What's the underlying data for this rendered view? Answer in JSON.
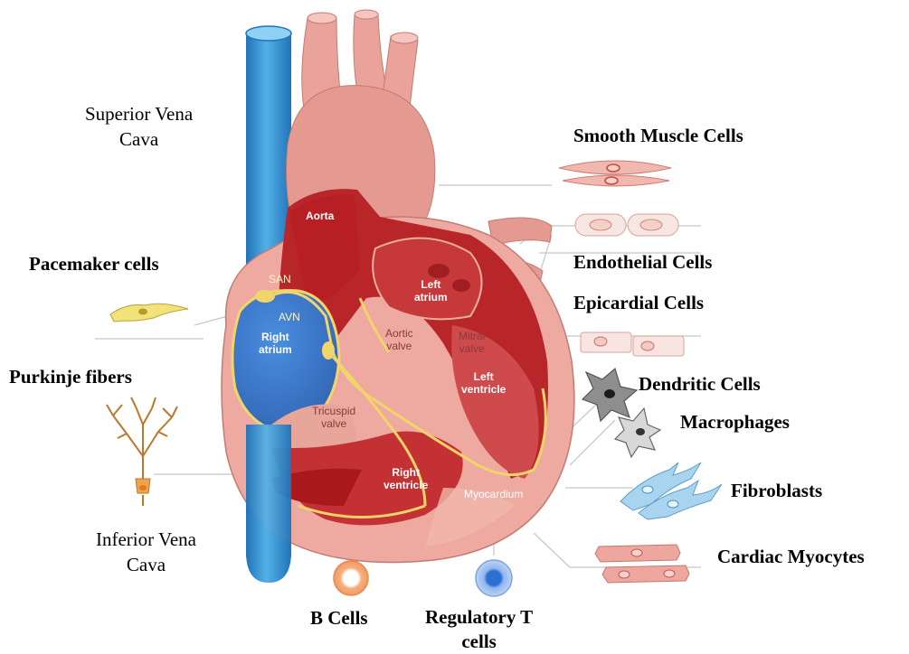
{
  "labels": {
    "superior_vena_cava": [
      "Superior Vena",
      "Cava"
    ],
    "inferior_vena_cava": [
      "Inferior Vena",
      "Cava"
    ],
    "pacemaker_cells": "Pacemaker cells",
    "purkinje_fibers": "Purkinje fibers",
    "smooth_muscle_cells": "Smooth Muscle Cells",
    "endothelial_cells": "Endothelial Cells",
    "epicardial_cells": "Epicardial Cells",
    "dendritic_cells": "Dendritic Cells",
    "macrophages": "Macrophages",
    "fibroblasts": "Fibroblasts",
    "cardiac_myocytes": "Cardiac Myocytes",
    "b_cells": "B Cells",
    "regulatory_t_cells": [
      "Regulatory T",
      "cells"
    ]
  },
  "heart_labels": {
    "aorta": "Aorta",
    "san": "SAN",
    "avn": "AVN",
    "right_atrium": [
      "Right",
      "atrium"
    ],
    "left_atrium": [
      "Left",
      "atrium"
    ],
    "aortic_valve": [
      "Aortic",
      "valve"
    ],
    "mitral_valve": [
      "Mitral",
      "valve"
    ],
    "left_ventricle": [
      "Left",
      "ventricle"
    ],
    "tricuspid_valve": [
      "Tricuspid",
      "valve"
    ],
    "right_ventricle": [
      "Right",
      "ventricle"
    ],
    "myocardium": "Myocardium"
  },
  "colors": {
    "muscle_dark": "#b81f24",
    "muscle_mid": "#d9474a",
    "tissue_pink": "#f2b8ae",
    "vein_blue": "#3a95d4",
    "atrium_blue": "#3b77c6",
    "conduction_yellow": "#f1d56a",
    "leader_line": "#c4c4c4"
  }
}
